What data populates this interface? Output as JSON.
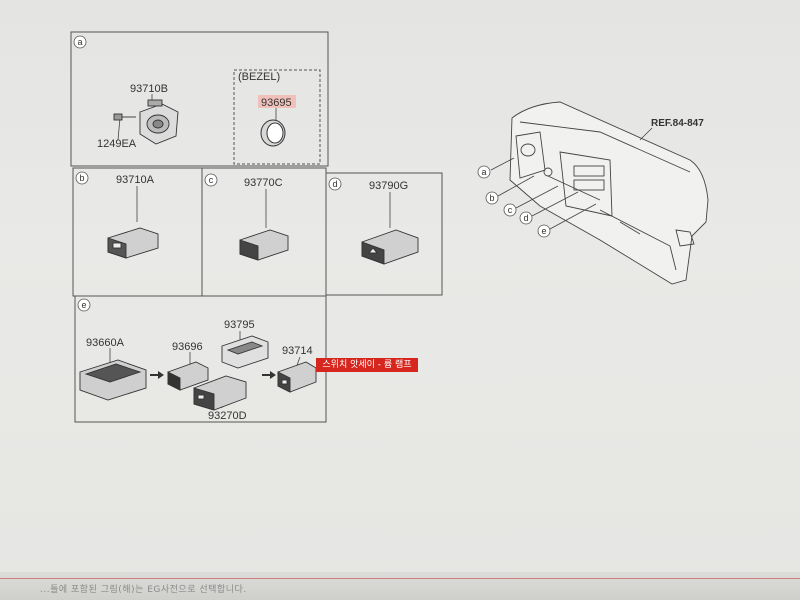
{
  "panel_a": {
    "marker": "a",
    "part_93710B": "93710B",
    "part_1249EA": "1249EA",
    "bezel_label": "(BEZEL)",
    "part_93695": "93695"
  },
  "panel_b": {
    "marker": "b",
    "part": "93710A"
  },
  "panel_c": {
    "marker": "c",
    "part": "93770C"
  },
  "panel_d": {
    "marker": "d",
    "part": "93790G"
  },
  "panel_e": {
    "marker": "e",
    "part_93660A": "93660A",
    "part_93696": "93696",
    "part_93795": "93795",
    "part_93714": "93714",
    "part_93270D": "93270D"
  },
  "callout": {
    "text": "스위치 앗세이 - 륨 램프",
    "color": "#d7261e"
  },
  "dashboard": {
    "ref_label": "REF.84-847",
    "markers": [
      "a",
      "b",
      "c",
      "d",
      "e"
    ]
  },
  "footer_text": "...틀에 포함된 그림(해)는 EG사전으로 선택합니다."
}
